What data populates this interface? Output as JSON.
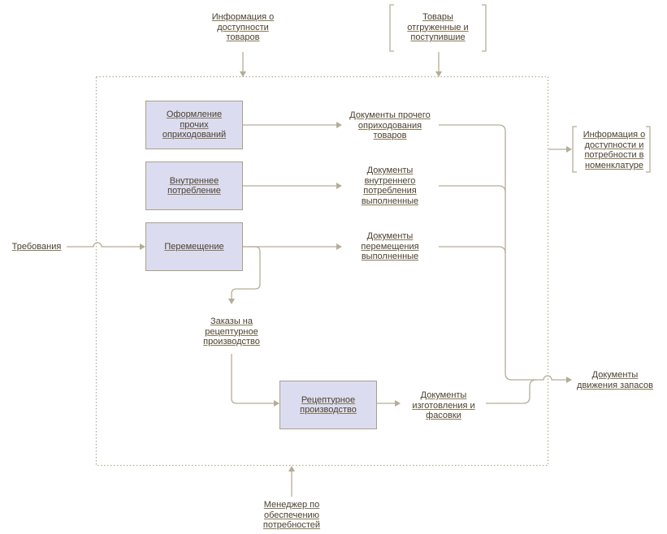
{
  "diagram": {
    "colors": {
      "line": "#b4ad96",
      "box_fill": "#dcdcf0",
      "box_border": "#a8a08a",
      "text": "#4a4030"
    },
    "inputs": {
      "availability_info": "Информация о\nдоступности\nтоваров",
      "goods_shipped": "Товары\nотгруженные и\nпоступившие",
      "requirements": "Требования",
      "manager": "Менеджер по\nобеспечению\nпотребностей"
    },
    "processes": {
      "other_receipts": "Оформление\nпрочих\nоприходований",
      "internal_consumption": "Внутреннее\nпотребление",
      "transfer": "Перемещение",
      "recipe_production": "Рецептурное\nпроизводство"
    },
    "documents": {
      "other_receipt_docs": "Документы прочего\nоприходования\nтоваров",
      "internal_consumption_docs": "Документы\nвнутреннего\nпотребления\nвыполненные",
      "transfer_docs": "Документы\nперемещения\nвыполненные",
      "recipe_orders": "Заказы на\nрецептурное\nпроизводство",
      "manufacturing_docs": "Документы\nизготовления и\nфасовки"
    },
    "outputs": {
      "nomenclature_info": "Информация о\nдоступности и\nпотребности в\nноменклатуре",
      "stock_movement_docs": "Документы\nдвижения запасов"
    }
  }
}
